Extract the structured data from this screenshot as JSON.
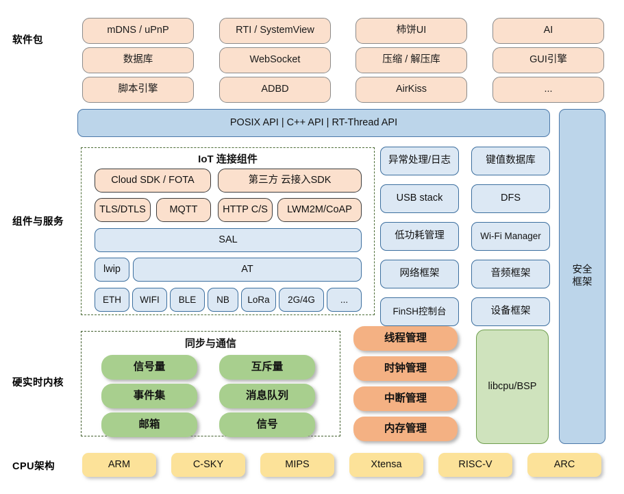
{
  "rows": {
    "packages_label": "软件包",
    "components_label": "组件与服务",
    "kernel_label": "硬实时内核",
    "cpu_label": "CPU架构"
  },
  "packages": {
    "columns": [
      [
        "mDNS / uPnP",
        "数据库",
        "脚本引擎"
      ],
      [
        "RTI / SystemView",
        "WebSocket",
        "ADBD"
      ],
      [
        "柿饼UI",
        "压缩 / 解压库",
        "AirKiss"
      ],
      [
        "AI",
        "GUI引擎",
        "..."
      ]
    ]
  },
  "api_bar": {
    "label": "POSIX API  |  C++ API  |  RT-Thread API"
  },
  "iot": {
    "title": "IoT 连接组件",
    "row1": [
      "Cloud SDK / FOTA",
      "第三方 云接入SDK"
    ],
    "row2": [
      "TLS/DTLS",
      "MQTT",
      "HTTP C/S",
      "LWM2M/CoAP"
    ],
    "sal": "SAL",
    "lwip": "lwip",
    "at": "AT",
    "links": [
      "ETH",
      "WIFI",
      "BLE",
      "NB",
      "LoRa",
      "2G/4G",
      "..."
    ]
  },
  "services": {
    "col1": [
      "异常处理/日志",
      "USB stack",
      "低功耗管理",
      "网络框架",
      "FinSH控制台"
    ],
    "col2": [
      "键值数据库",
      "DFS",
      "Wi-Fi Manager",
      "音频框架",
      "设备框架"
    ]
  },
  "security": {
    "label": "安全\n框架"
  },
  "kernel": {
    "sync_title": "同步与通信",
    "sync_col1": [
      "信号量",
      "事件集",
      "邮箱"
    ],
    "sync_col2": [
      "互斥量",
      "消息队列",
      "信号"
    ],
    "management": [
      "线程管理",
      "时钟管理",
      "中断管理",
      "内存管理"
    ],
    "libcpu": "libcpu/BSP"
  },
  "cpu": {
    "items": [
      "ARM",
      "C-SKY",
      "MIPS",
      "Xtensa",
      "RISC-V",
      "ARC"
    ]
  },
  "colors": {
    "package_fill": "#fbe0cd",
    "api_fill": "#bcd5ea",
    "component_fill": "#dce8f4",
    "kernel_green": "#a8cf8e",
    "kernel_orange": "#f4b183",
    "libcpu_fill": "#cfe3bd",
    "cpu_fill": "#fce299",
    "dash_border": "#4a6b34"
  }
}
